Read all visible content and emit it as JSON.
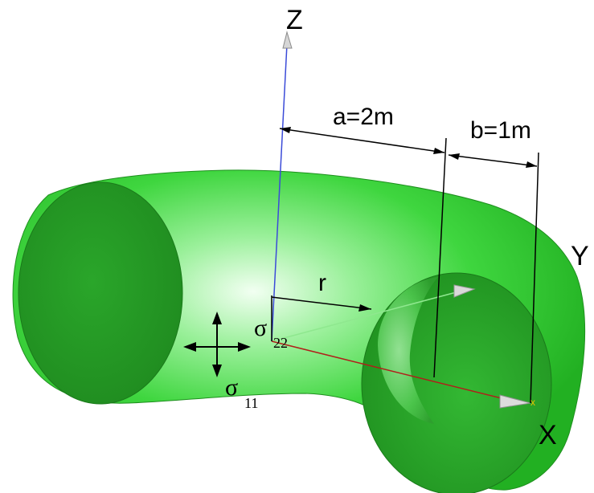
{
  "axes": {
    "z_label": "Z",
    "y_label": "Y",
    "x_label": "X",
    "x_tip_mark": "x"
  },
  "dimensions": {
    "a_label": "a=2m",
    "b_label": "b=1m",
    "r_label": "r"
  },
  "stresses": {
    "sigma22_symbol": "σ",
    "sigma22_sub": "22",
    "sigma11_symbol": "σ",
    "sigma11_sub": "11"
  },
  "colors": {
    "torus_fill": "#3fd13f",
    "torus_highlight": "#e9fde9",
    "section_fill": "#2f9e2f",
    "z_axis": "#3b4bd8",
    "x_axis": "#b0201a",
    "y_axis": "#7fe07f",
    "dim_lines": "#000000"
  }
}
